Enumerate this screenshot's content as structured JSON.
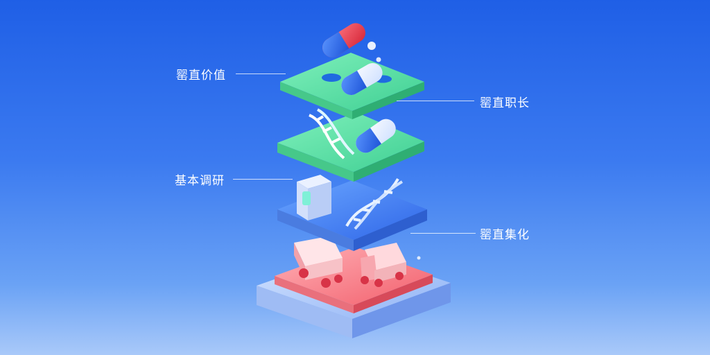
{
  "labels": {
    "top_left": "罂直价值",
    "top_right": "罂直职长",
    "mid_left": "基本调研",
    "mid_right": "罂直集化"
  },
  "colors": {
    "background_top": "#1f5fe6",
    "background_bottom": "#a9c9f9",
    "layer_green": "#4ed89a",
    "layer_blue": "#3f7cf0",
    "layer_red": "#f2707a",
    "capsule_red": "#e8404f",
    "capsule_blue": "#2f6ff0"
  },
  "icons": [
    "capsule-icon",
    "dna-icon",
    "container-icon",
    "truck-icon"
  ]
}
